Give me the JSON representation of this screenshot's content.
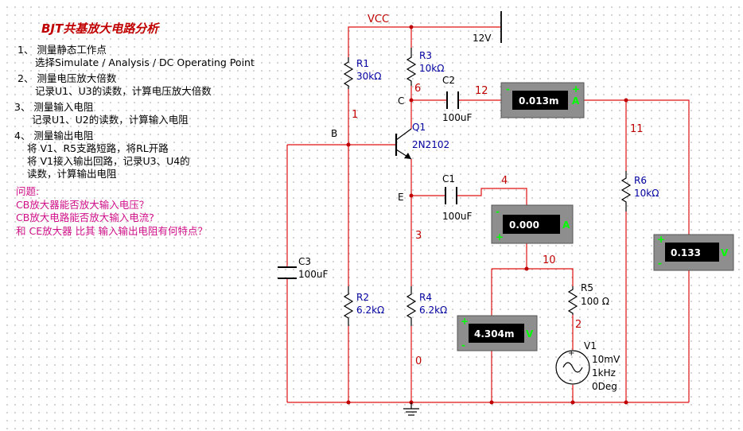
{
  "title": "BJT共基放大电路分析",
  "instructions": [
    "1、 测量静态工作点",
    "选择Simulate / Analysis / DC Operating Point",
    "2、 测量电压放大倍数",
    "记录U1、U3的读数，计算电压放大倍数",
    "3、 测量输入电阻",
    "记录U1、U2的读数，计算输入电阻",
    "4、 测量输出电阻",
    "将 V1、R5支路短路，将RL开路",
    "将 V1接入输出回路，记录U3、U4的",
    "读数，计算输出电阻"
  ],
  "questions_title": "问题:",
  "questions": [
    "CB放大器能否放大输入电压？",
    "CB放大电路能否放大输入电流?",
    "和 CE放大器 比其 输入输出电阻有何特点？"
  ],
  "supply": {
    "name": "VCC",
    "value": "12V"
  },
  "components": {
    "R1": {
      "name": "R1",
      "value": "30kΩ"
    },
    "R2": {
      "name": "R2",
      "value": "6.2kΩ"
    },
    "R3": {
      "name": "R3",
      "value": "10kΩ"
    },
    "R4": {
      "name": "R4",
      "value": "6.2kΩ"
    },
    "R5": {
      "name": "R5",
      "value": "100 Ω"
    },
    "R6": {
      "name": "R6",
      "value": "10kΩ"
    },
    "C1": {
      "name": "C1",
      "value": "100uF"
    },
    "C2": {
      "name": "C2",
      "value": "100uF"
    },
    "C3": {
      "name": "C3",
      "value": "100uF"
    },
    "Q1": {
      "name": "Q1",
      "value": "2N2102"
    },
    "V1": {
      "name": "V1",
      "amplitude": "10mV",
      "freq": "1kHz",
      "phase": "0Deg"
    }
  },
  "node_labels": {
    "B": "B",
    "C": "C",
    "E": "E"
  },
  "nets": [
    "1",
    "6",
    "12",
    "11",
    "4",
    "3",
    "10",
    "2",
    "0"
  ],
  "meters": {
    "top_ammeter": {
      "value": "0.013m",
      "unit": "A",
      "minus": "-",
      "plus": "+"
    },
    "mid_ammeter": {
      "value": "0.000",
      "unit": "A",
      "minus": "-",
      "plus": "+"
    },
    "left_voltmeter": {
      "value": "4.304m",
      "unit": "V",
      "minus": "-",
      "plus": "+"
    },
    "right_voltmeter": {
      "value": "0.133",
      "unit": "V",
      "minus": "-",
      "plus": "+"
    }
  }
}
